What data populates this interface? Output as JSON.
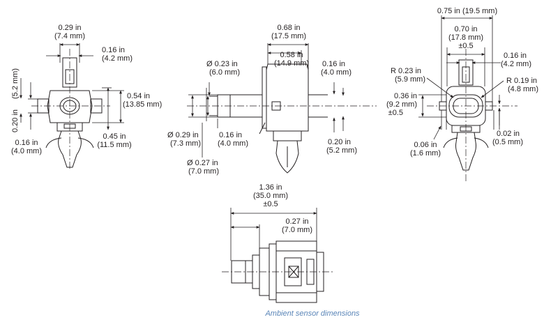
{
  "caption": "Ambient sensor dimensions",
  "colors": {
    "line": "#231f20",
    "caption": "#5b86b8",
    "background": "#ffffff"
  },
  "views": {
    "left": {
      "top_width": {
        "in": "0.29 in",
        "mm": "(7.4 mm)"
      },
      "right_offset": {
        "in": "0.16 in",
        "mm": "(4.2 mm)"
      },
      "body_height": {
        "in": "0.54 in",
        "mm": "(13.85 mm)"
      },
      "lower_height": {
        "in": "0.45 in",
        "mm": "(11.5 mm)"
      },
      "side_height": {
        "in": "0.20 in",
        "mm": "(5.2 mm)"
      },
      "bottom_offset": {
        "in": "0.16 in",
        "mm": "(4.0 mm)"
      }
    },
    "middle": {
      "overall_width": {
        "in": "0.68 in",
        "mm": "(17.5 mm)"
      },
      "inner_width": {
        "in": "0.58 in",
        "mm": "(14.9 mm)"
      },
      "dia_small": {
        "in": "Ø 0.23 in",
        "mm": "(6.0 mm)"
      },
      "dia_mid": {
        "in": "Ø 0.29 in",
        "mm": "(7.3 mm)"
      },
      "dia_large": {
        "in": "Ø 0.27 in",
        "mm": "(7.0 mm)"
      },
      "step": {
        "in": "0.16 in",
        "mm": "(4.0 mm)"
      },
      "right_top": {
        "in": "0.16 in",
        "mm": "(4.0 mm)"
      },
      "right_bottom": {
        "in": "0.20 in",
        "mm": "(5.2 mm)"
      }
    },
    "right": {
      "overall": {
        "in": "0.75 in",
        "mm": "(19.5 mm)"
      },
      "body": {
        "in": "0.70 in",
        "mm": "(17.8 mm)",
        "tol": "±0.5"
      },
      "radius_left": {
        "in": "R 0.23 in",
        "mm": "(5.9 mm)"
      },
      "radius_right": {
        "in": "R 0.19 in",
        "mm": "(4.8 mm)"
      },
      "height": {
        "in": "0.36 in",
        "mm": "(9.2 mm)",
        "tol": "±0.5"
      },
      "top_right": {
        "in": "0.16 in",
        "mm": "(4.2 mm)"
      },
      "gap": {
        "in": "0.06 in",
        "mm": "(1.6 mm)"
      },
      "small": {
        "in": "0.02 in",
        "mm": "(0.5 mm)"
      }
    },
    "bottom": {
      "length": {
        "in": "1.36 in",
        "mm": "(35.0 mm)",
        "tol": "±0.5"
      },
      "offset": {
        "in": "0.27 in",
        "mm": "(7.0 mm)"
      }
    }
  }
}
